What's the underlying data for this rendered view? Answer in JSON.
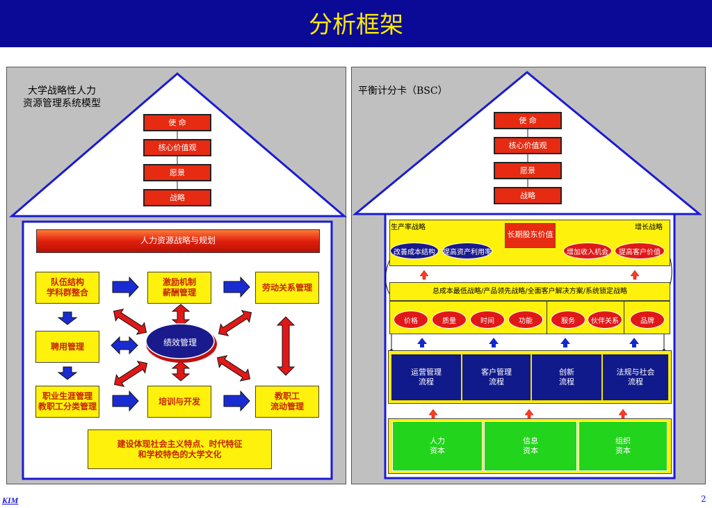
{
  "header": {
    "title": "分析框架"
  },
  "left_panel": {
    "model_title_line1": "大学战略性人力",
    "model_title_line2": "资源管理系统模型",
    "stack": [
      "使 命",
      "核心价值观",
      "愿景",
      "战略"
    ],
    "bar": "人力资源战略与规划",
    "boxes": {
      "team": [
        "队伍结构",
        "学科群整合"
      ],
      "incentive": [
        "激励机制",
        "薪酬管理"
      ],
      "labor": "劳动关系管理",
      "recruit": "聘用管理",
      "career": [
        "职业生涯管理",
        "教职工分类管理"
      ],
      "training": "培训与开发",
      "flow": [
        "教职工",
        "流动管理"
      ],
      "culture": [
        "建设体现社会主义特点、时代特征",
        "和学校特色的大学文化"
      ]
    },
    "center": "绩效管理"
  },
  "right_panel": {
    "title": "平衡计分卡（BSC）",
    "stack": [
      "使 命",
      "核心价值观",
      "愿景",
      "战略"
    ],
    "financial": {
      "left_label": "生产率战略",
      "right_label": "增长战略",
      "value_box": "长期股东价值",
      "ovals": [
        "改善成本结构",
        "提高资产利用率",
        "增加收入机会",
        "提高客户价值"
      ]
    },
    "customer": {
      "strategy": "总成本最低战略/产品领先战略/全面客户解决方案/系统锁定战略",
      "ovals": [
        "价格",
        "质量",
        "时间",
        "功能",
        "服务",
        "伙伴关系",
        "品牌"
      ]
    },
    "process": [
      [
        "运营管理",
        "流程"
      ],
      [
        "客户管理",
        "流程"
      ],
      [
        "创新",
        "流程"
      ],
      [
        "法规与社会",
        "流程"
      ]
    ],
    "learning": [
      [
        "人力",
        "资本"
      ],
      [
        "信息",
        "资本"
      ],
      [
        "组织",
        "资本"
      ]
    ]
  },
  "footer": {
    "logo": "KIM",
    "page": "2"
  },
  "colors": {
    "header_bg": "#0a0a96",
    "title": "#ffea00",
    "red": "#e62b12",
    "navy": "#111a8a",
    "yellow": "#fef10b",
    "green": "#22d41b"
  }
}
